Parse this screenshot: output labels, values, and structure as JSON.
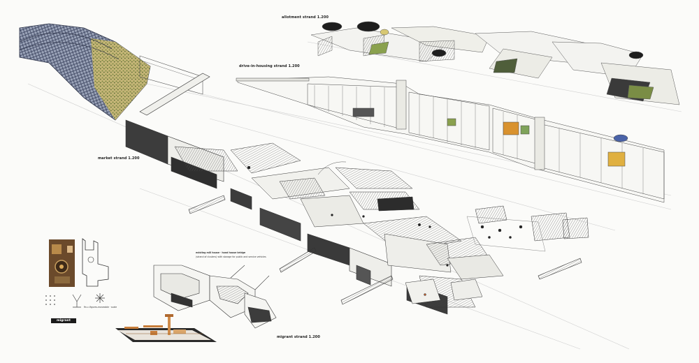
{
  "labels": {
    "allotment": "allotment strand 1.200",
    "drive_in_housing": "drive-in-housing strand 1.200",
    "market": "market strand 1.200",
    "migrant_bottom": "migrant strand 1.200",
    "migrant_tag": "migrant strand",
    "note_title": "existing mill house · hand house bridge",
    "note_line1": "(strand of clusters) with storage for public and service vehicles",
    "legend_caption": "fin-c-figures-moveable · scale"
  },
  "colors": {
    "paper": "#fbfbf9",
    "ink": "#2a2a2a",
    "bridge_steel": "#8a93a8",
    "foliage": "#b8a45a",
    "dark_wall": "#3c3c3c",
    "accent_orange": "#d9922e",
    "accent_blue": "#4a63a8",
    "accent_green": "#7fa35a"
  }
}
